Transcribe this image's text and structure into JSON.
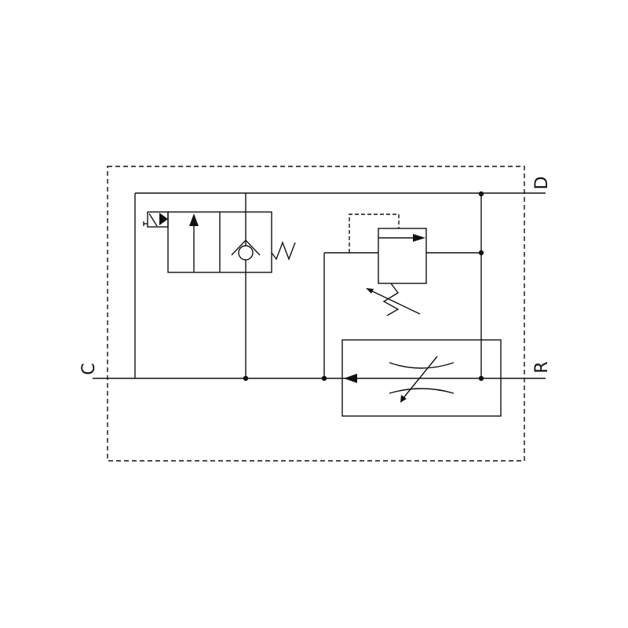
{
  "ports": {
    "c": "C",
    "d": "D",
    "r": "R"
  },
  "colors": {
    "line": "#111111",
    "background": "#ffffff"
  }
}
